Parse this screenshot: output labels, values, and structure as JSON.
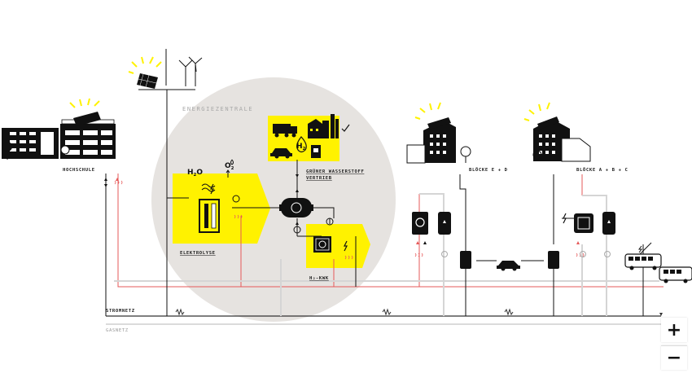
{
  "labels": {
    "hochschule": "HOCHSCHULE",
    "energiezentrale": "ENERGIEZENTRALE",
    "elektrolyse": "ELEKTROLYSE",
    "wasserstoff_line1": "GRÜNER WASSERSTOFF",
    "wasserstoff_line2": "VERTRIEB",
    "kwk": "H₂-KWK",
    "bloecke_ed": "BLÖCKE E + D",
    "bloecke_abc": "BLÖCKE A + B + C",
    "stromnetz": "STROMNETZ",
    "gasnetz": "GASNETZ"
  },
  "chem": {
    "h2o_main": "H",
    "h2o_sub": "2",
    "h2o_end": "O",
    "o2_main": "O",
    "o2_sub": "2",
    "h2_main": "H",
    "h2_sub": "2"
  },
  "zoom": {
    "in": "+",
    "out": "−"
  },
  "colors": {
    "highlight": "#fff200",
    "center_circle": "#e6e3e0",
    "heat_line": "#e65a5a",
    "line": "#111111",
    "grey_line": "#cfcfcf"
  }
}
